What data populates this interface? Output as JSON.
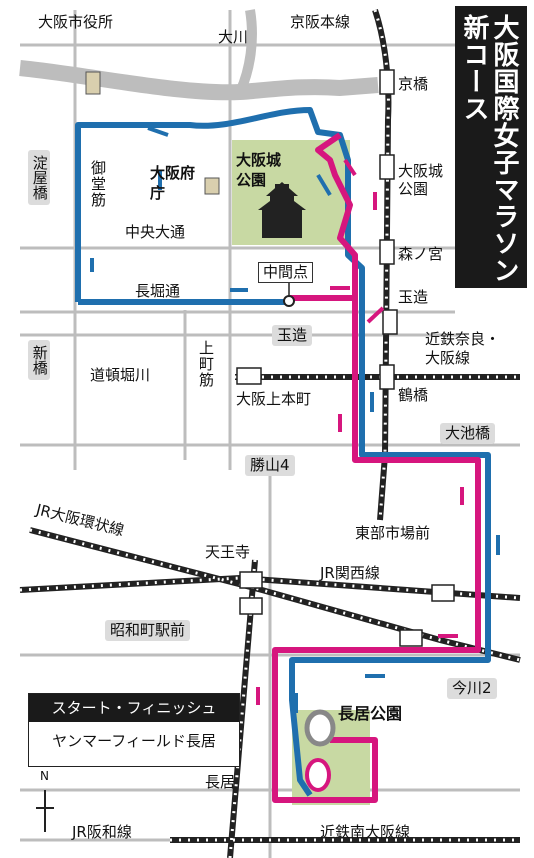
{
  "title": "大阪国際女子マラソン新コース",
  "labels": {
    "osaka_city_hall": "大阪市役所",
    "okawa": "大川",
    "keihan_line": "京阪本線",
    "kyobashi": "京橋",
    "osakajo_koen_station": "大阪城公園",
    "morinomiya": "森ノ宮",
    "tamatsukuri_station": "玉造",
    "kintetsu_nara_line": "近鉄奈良・大阪線",
    "tsuruhashi": "鶴橋",
    "osaka_uehommachi": "大阪上本町",
    "uemachisuji": "上町筋",
    "dotonborigawa": "道頓堀川",
    "nagahoridori": "長堀通",
    "chuo_odori": "中央大通",
    "midosuji": "御堂筋",
    "osaka_fucho": "大阪府庁",
    "osakajo_koen": "大阪城公園",
    "midpoint": "中間点",
    "jr_loop_line": "JR大阪環状線",
    "tennoji": "天王寺",
    "jr_kansai_line": "JR関西線",
    "tobu_shijomae": "東部市場前",
    "nagai_koen": "長居公園",
    "nagai": "長居",
    "jr_hanwa_line": "JR阪和線",
    "kintetsu_minami_osaka_line": "近鉄南大阪線",
    "north": "N"
  },
  "tags": {
    "yodoyabashi": "淀屋橋",
    "shinbashi": "新橋",
    "tamatsukuri": "玉造",
    "katsuyama4": "勝山4",
    "oikebashi": "大池橋",
    "showacho_ekimae": "昭和町駅前",
    "imagawa2": "今川2"
  },
  "start_finish": {
    "heading": "スタート・フィニッシュ",
    "venue": "ヤンマーフィールド長居"
  },
  "colors": {
    "blue_route": "#1f6fae",
    "magenta_route": "#d6167e",
    "park_green": "#c8d9a3",
    "road_gray": "#bdbdbd",
    "title_bg": "#1a1a1a",
    "tag_bg": "#dcdcdc"
  }
}
